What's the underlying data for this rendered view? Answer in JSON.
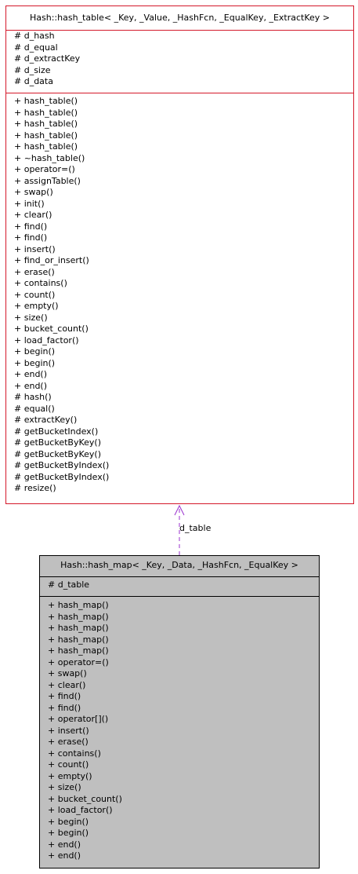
{
  "base_class": {
    "title": "Hash::hash_table< _Key, _Value, _HashFcn, _EqualKey, _ExtractKey >",
    "attributes": [
      "# d_hash",
      "# d_equal",
      "# d_extractKey",
      "# d_size",
      "# d_data"
    ],
    "methods": [
      "+ hash_table()",
      "+ hash_table()",
      "+ hash_table()",
      "+ hash_table()",
      "+ hash_table()",
      "+ ~hash_table()",
      "+ operator=()",
      "+ assignTable()",
      "+ swap()",
      "+ init()",
      "+ clear()",
      "+ find()",
      "+ find()",
      "+ insert()",
      "+ find_or_insert()",
      "+ erase()",
      "+ contains()",
      "+ count()",
      "+ empty()",
      "+ size()",
      "+ bucket_count()",
      "+ load_factor()",
      "+ begin()",
      "+ begin()",
      "+ end()",
      "+ end()",
      "# hash()",
      "# equal()",
      "# extractKey()",
      "# getBucketIndex()",
      "# getBucketByKey()",
      "# getBucketByKey()",
      "# getBucketByIndex()",
      "# getBucketByIndex()",
      "# resize()"
    ]
  },
  "derived_class": {
    "title": "Hash::hash_map< _Key, _Data, _HashFcn, _EqualKey >",
    "attributes": [
      "# d_table"
    ],
    "methods": [
      "+ hash_map()",
      "+ hash_map()",
      "+ hash_map()",
      "+ hash_map()",
      "+ hash_map()",
      "+ operator=()",
      "+ swap()",
      "+ clear()",
      "+ find()",
      "+ find()",
      "+ operator[]()",
      "+ insert()",
      "+ erase()",
      "+ contains()",
      "+ count()",
      "+ empty()",
      "+ size()",
      "+ bucket_count()",
      "+ load_factor()",
      "+ begin()",
      "+ begin()",
      "+ end()",
      "+ end()"
    ]
  },
  "edge": {
    "label": "d_table",
    "color": "#9a32cd"
  },
  "colors": {
    "base_border": "#d4182a",
    "derived_fill": "#bfbfbf",
    "derived_border": "#000000"
  }
}
